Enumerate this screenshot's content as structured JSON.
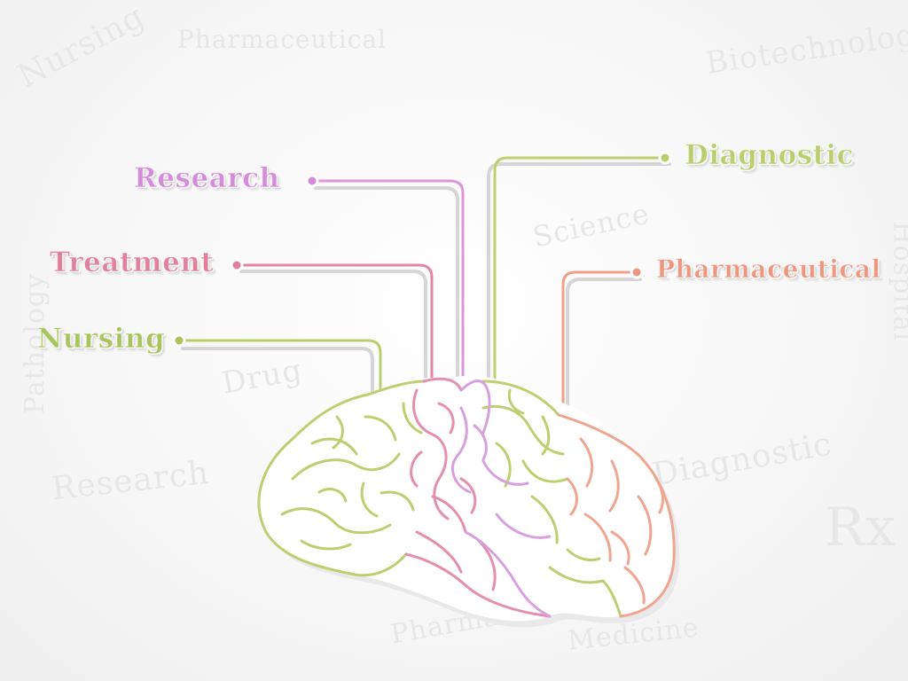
{
  "diagram": {
    "labels": {
      "research": "Research",
      "treatment": "Treatment",
      "nursing": "Nursing",
      "diagnostic": "Diagnostic",
      "pharmaceutical": "Pharmaceutical"
    },
    "background_words": {
      "nursing": "Nursing",
      "pharmaceutical": "Pharmaceutical",
      "biotechnology": "Biotechnology",
      "science": "Science",
      "pathology": "Pathology",
      "hospital": "Hospital",
      "drug": "Drug",
      "diagnostic": "Diagnostic",
      "research": "Research",
      "rx": "Rx",
      "pharma": "Pharma",
      "medicine": "Medicine"
    },
    "colors": {
      "research": "#d58bd9",
      "treatment": "#e0809c",
      "nursing": "#a9c45e",
      "diagnostic": "#b9cf6d",
      "pharmaceutical": "#ee9680",
      "shadow_line": "#d6d6d6"
    }
  }
}
